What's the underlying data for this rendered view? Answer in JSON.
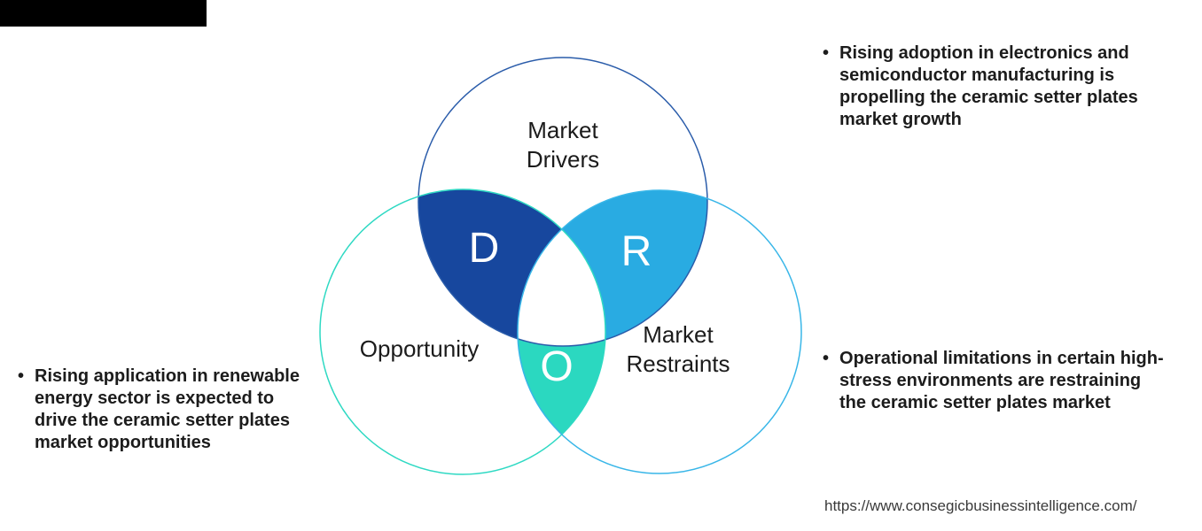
{
  "page": {
    "background": "#ffffff",
    "top_bar_color": "#000000",
    "source_url": "https://www.consegicbusinessintelligence.com/"
  },
  "venn": {
    "circles": {
      "drivers": {
        "label_line1": "Market",
        "label_line2": "Drivers",
        "stroke": "#2a5caa"
      },
      "opportunity": {
        "label": "Opportunity",
        "stroke": "#2ed9c3"
      },
      "restraints": {
        "label_line1": "Market",
        "label_line2": "Restraints",
        "stroke": "#38b6e8"
      }
    },
    "overlaps": {
      "d": {
        "letter": "D",
        "fill": "#17479e"
      },
      "r": {
        "letter": "R",
        "fill": "#29abe2"
      },
      "o": {
        "letter": "O",
        "fill": "#2bd8c0"
      }
    }
  },
  "bullets": {
    "drivers": {
      "marker": "•",
      "text": "Rising adoption in electronics and\nsemiconductor manufacturing is\npropelling the ceramic setter plates\nmarket growth"
    },
    "opportunity": {
      "marker": "•",
      "text": "Rising application in renewable\nenergy sector is expected to\ndrive the ceramic setter plates\nmarket opportunities"
    },
    "restraints": {
      "marker": "•",
      "text": "Operational limitations in certain high-\nstress environments are restraining\nthe ceramic setter plates market"
    }
  }
}
